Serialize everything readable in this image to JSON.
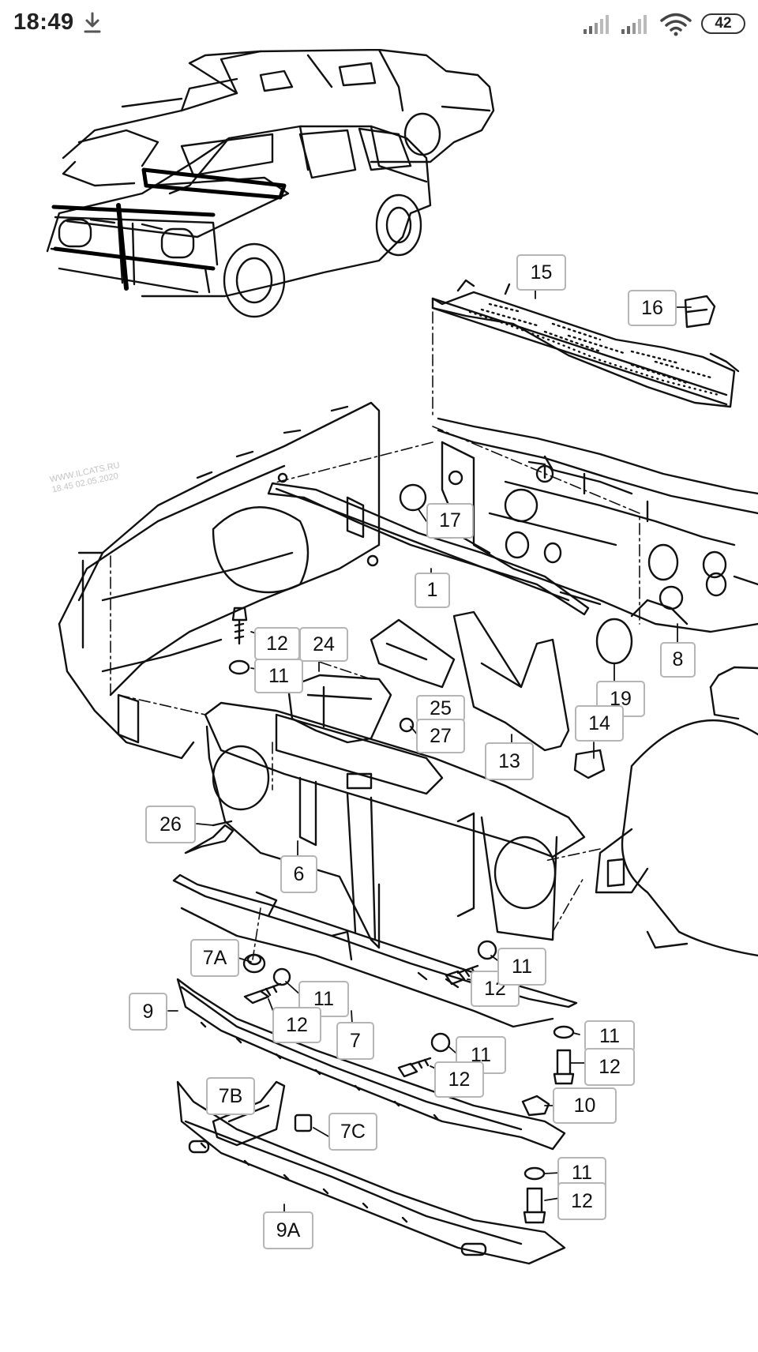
{
  "status_bar": {
    "time": "18:49",
    "battery": "42",
    "icons": [
      "download-icon",
      "signal-icon",
      "signal-icon",
      "wifi-icon",
      "battery-icon"
    ]
  },
  "watermark": {
    "site": "WWW.ILCATS.RU",
    "stamp": "18.45 02.05.2020"
  },
  "callouts": [
    "15",
    "16",
    "17",
    "1",
    "8",
    "19",
    "14",
    "12",
    "24",
    "11",
    "25",
    "27",
    "13",
    "26",
    "6",
    "7A",
    "9",
    "11",
    "12",
    "7",
    "12",
    "11",
    "11",
    "12",
    "11",
    "12",
    "10",
    "7B",
    "7C",
    "11",
    "12",
    "9A"
  ]
}
